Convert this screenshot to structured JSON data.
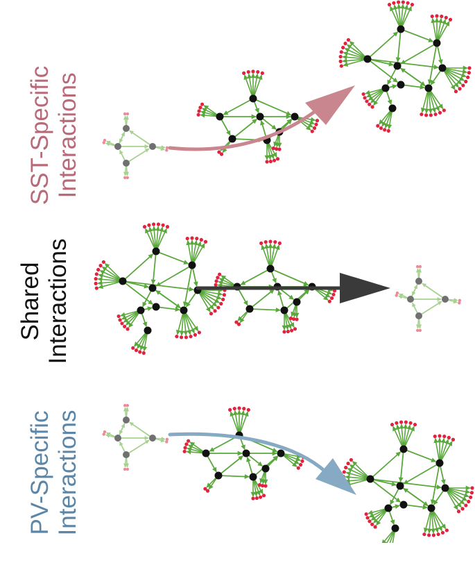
{
  "labels": {
    "sst": {
      "line1": "SST-Specific",
      "line2": "Interactions"
    },
    "shared": {
      "line1": "Shared",
      "line2": "Interactions"
    },
    "pv": {
      "line1": "PV-Specific",
      "line2": "Interactions"
    }
  },
  "colors": {
    "sst_label": "#b86a78",
    "shared_label": "#111111",
    "pv_label": "#5b86a8",
    "sst_arrow": "#c9868e",
    "shared_arrow": "#3a3a3a",
    "pv_arrow": "#86a9c4",
    "edge_strong": "#5aa83c",
    "edge_faint": "#a6d28f",
    "hub_strong": "#111111",
    "hub_faint": "#707070",
    "leaf_strong": "#e0243f",
    "leaf_faint": "#ee8b9a"
  },
  "rows": [
    {
      "id": "sst",
      "arrow": "sst_arrow",
      "stages": [
        "small",
        "medium",
        "large"
      ]
    },
    {
      "id": "shared",
      "arrow": "shared_arrow",
      "stages": [
        "large",
        "medium",
        "small"
      ]
    },
    {
      "id": "pv",
      "arrow": "pv_arrow",
      "stages": [
        "small",
        "medium",
        "large"
      ]
    }
  ]
}
